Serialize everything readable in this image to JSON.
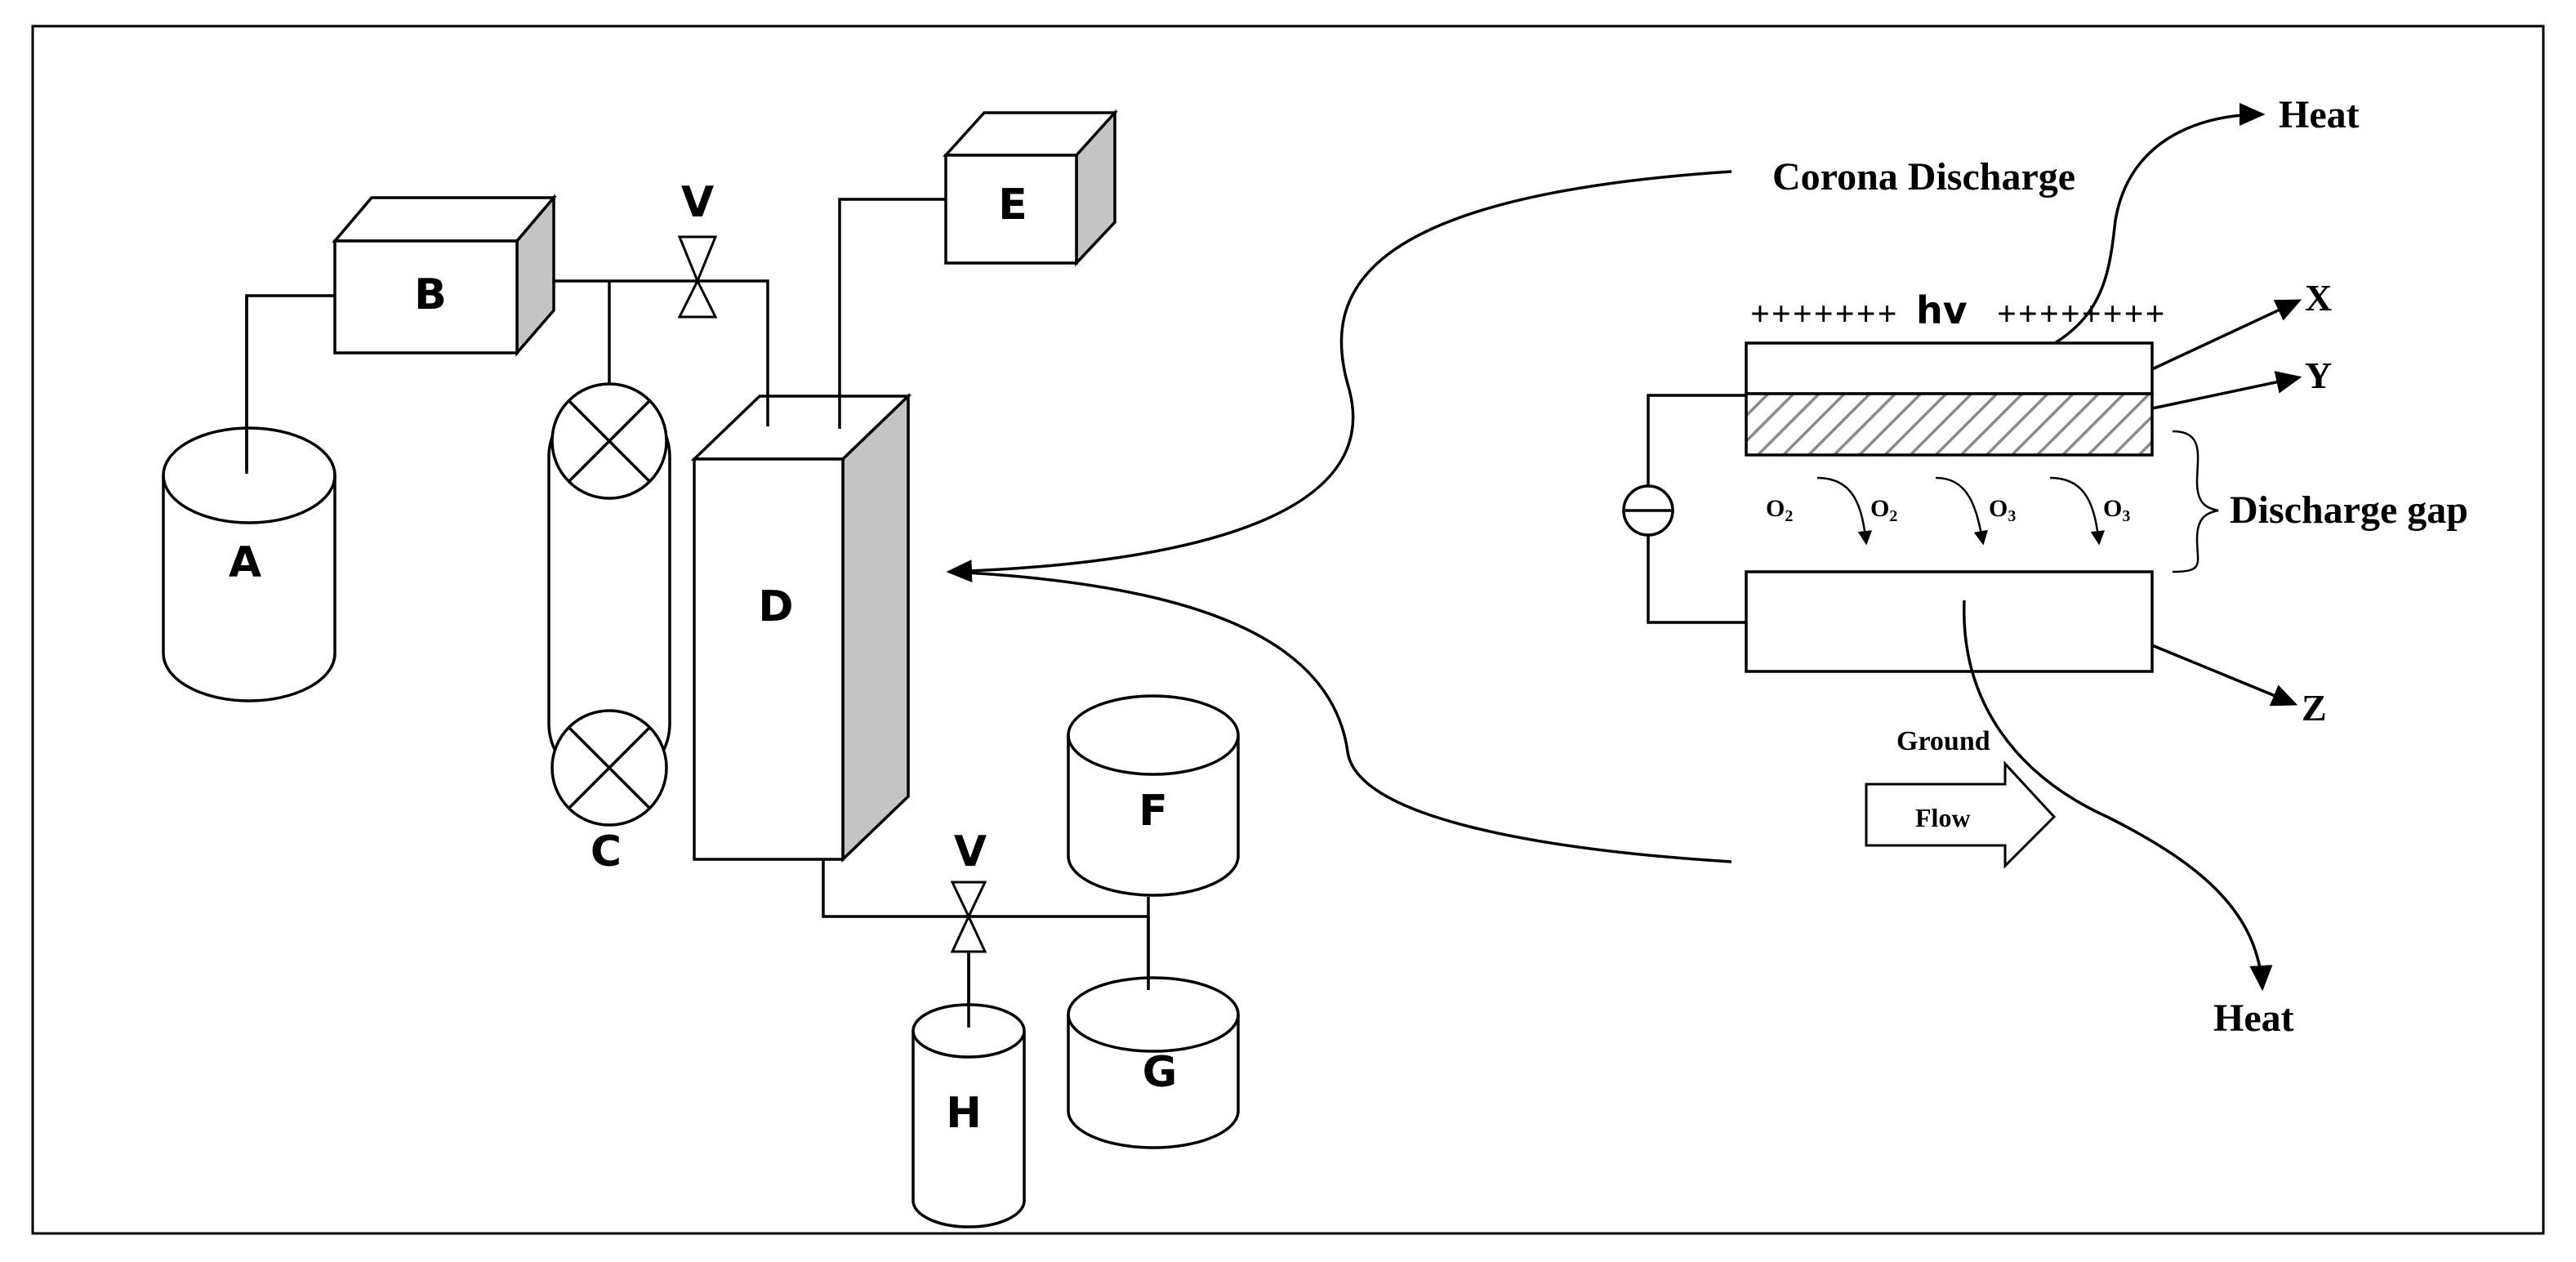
{
  "apparatus": {
    "label_a": "A",
    "label_b": "B",
    "label_c": "C",
    "label_d": "D",
    "label_e": "E",
    "label_f": "F",
    "label_g": "G",
    "label_h": "H",
    "valve_top": "V",
    "valve_bottom": "V"
  },
  "inset": {
    "title": "Corona Discharge",
    "heat_top": "Heat",
    "heat_bottom": "Heat",
    "label_x": "X",
    "label_y": "Y",
    "label_z": "Z",
    "charges_left": "+++++++",
    "photon": "hv",
    "charges_right": "++++++++",
    "discharge_gap": "Discharge gap",
    "oxygen": [
      "O",
      "O",
      "O",
      "O"
    ],
    "oxygen_sub": [
      "2",
      "2",
      "3",
      "3"
    ],
    "ground": "Ground",
    "flow": "Flow"
  },
  "colors": {
    "shade": "#c4c4c4",
    "hatch": "#8a8a8a"
  }
}
